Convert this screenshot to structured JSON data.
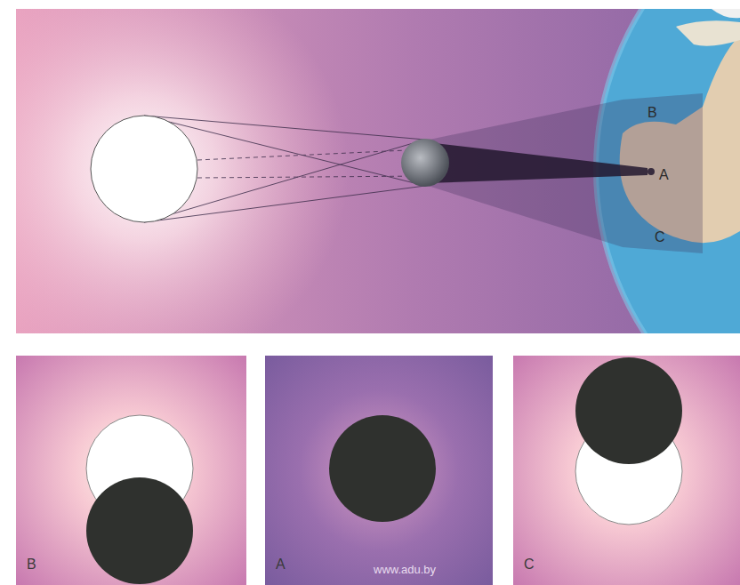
{
  "diagram": {
    "nodes": [
      {
        "text": [
          "B"
        ]
      },
      {
        "text": [
          "A"
        ]
      },
      {
        "text": [
          "C"
        ]
      }
    ],
    "labels": [
      "B",
      "A",
      "C",
      "www.adu.by"
    ]
  }
}
